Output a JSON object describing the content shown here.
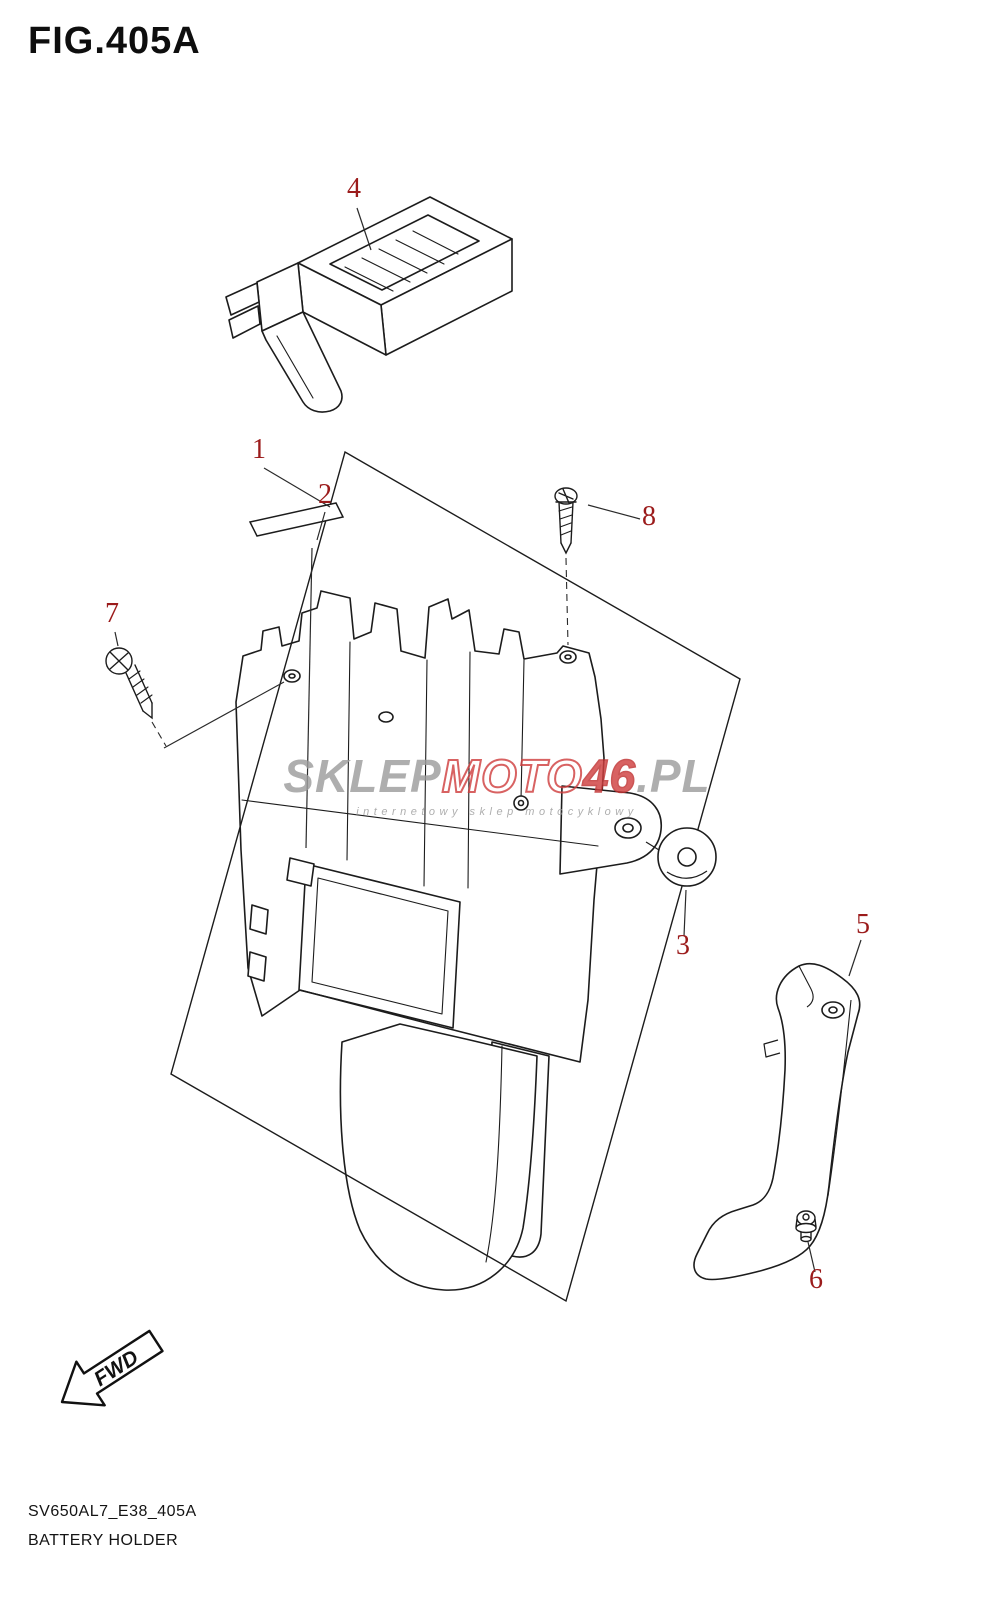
{
  "figure": {
    "title": "FIG.405A",
    "code": "SV650AL7_E38_405A",
    "name": "BATTERY HOLDER"
  },
  "callouts": [
    {
      "id": 1,
      "label": "1"
    },
    {
      "id": 2,
      "label": "2"
    },
    {
      "id": 3,
      "label": "3"
    },
    {
      "id": 4,
      "label": "4"
    },
    {
      "id": 5,
      "label": "5"
    },
    {
      "id": 6,
      "label": "6"
    },
    {
      "id": 7,
      "label": "7"
    },
    {
      "id": 8,
      "label": "8"
    }
  ],
  "fwd": {
    "label": "FWD"
  },
  "watermark": {
    "sklep": "SKLEP",
    "moto": "MOTO",
    "num": "46",
    "pl": ".PL",
    "subtitle": "internetowy sklep motocyklowy"
  },
  "colors": {
    "callout_red": "#9b1b1b",
    "line_black": "#1c1c1c",
    "watermark_gray": "#9d9d9d",
    "watermark_red": "#d04040"
  }
}
